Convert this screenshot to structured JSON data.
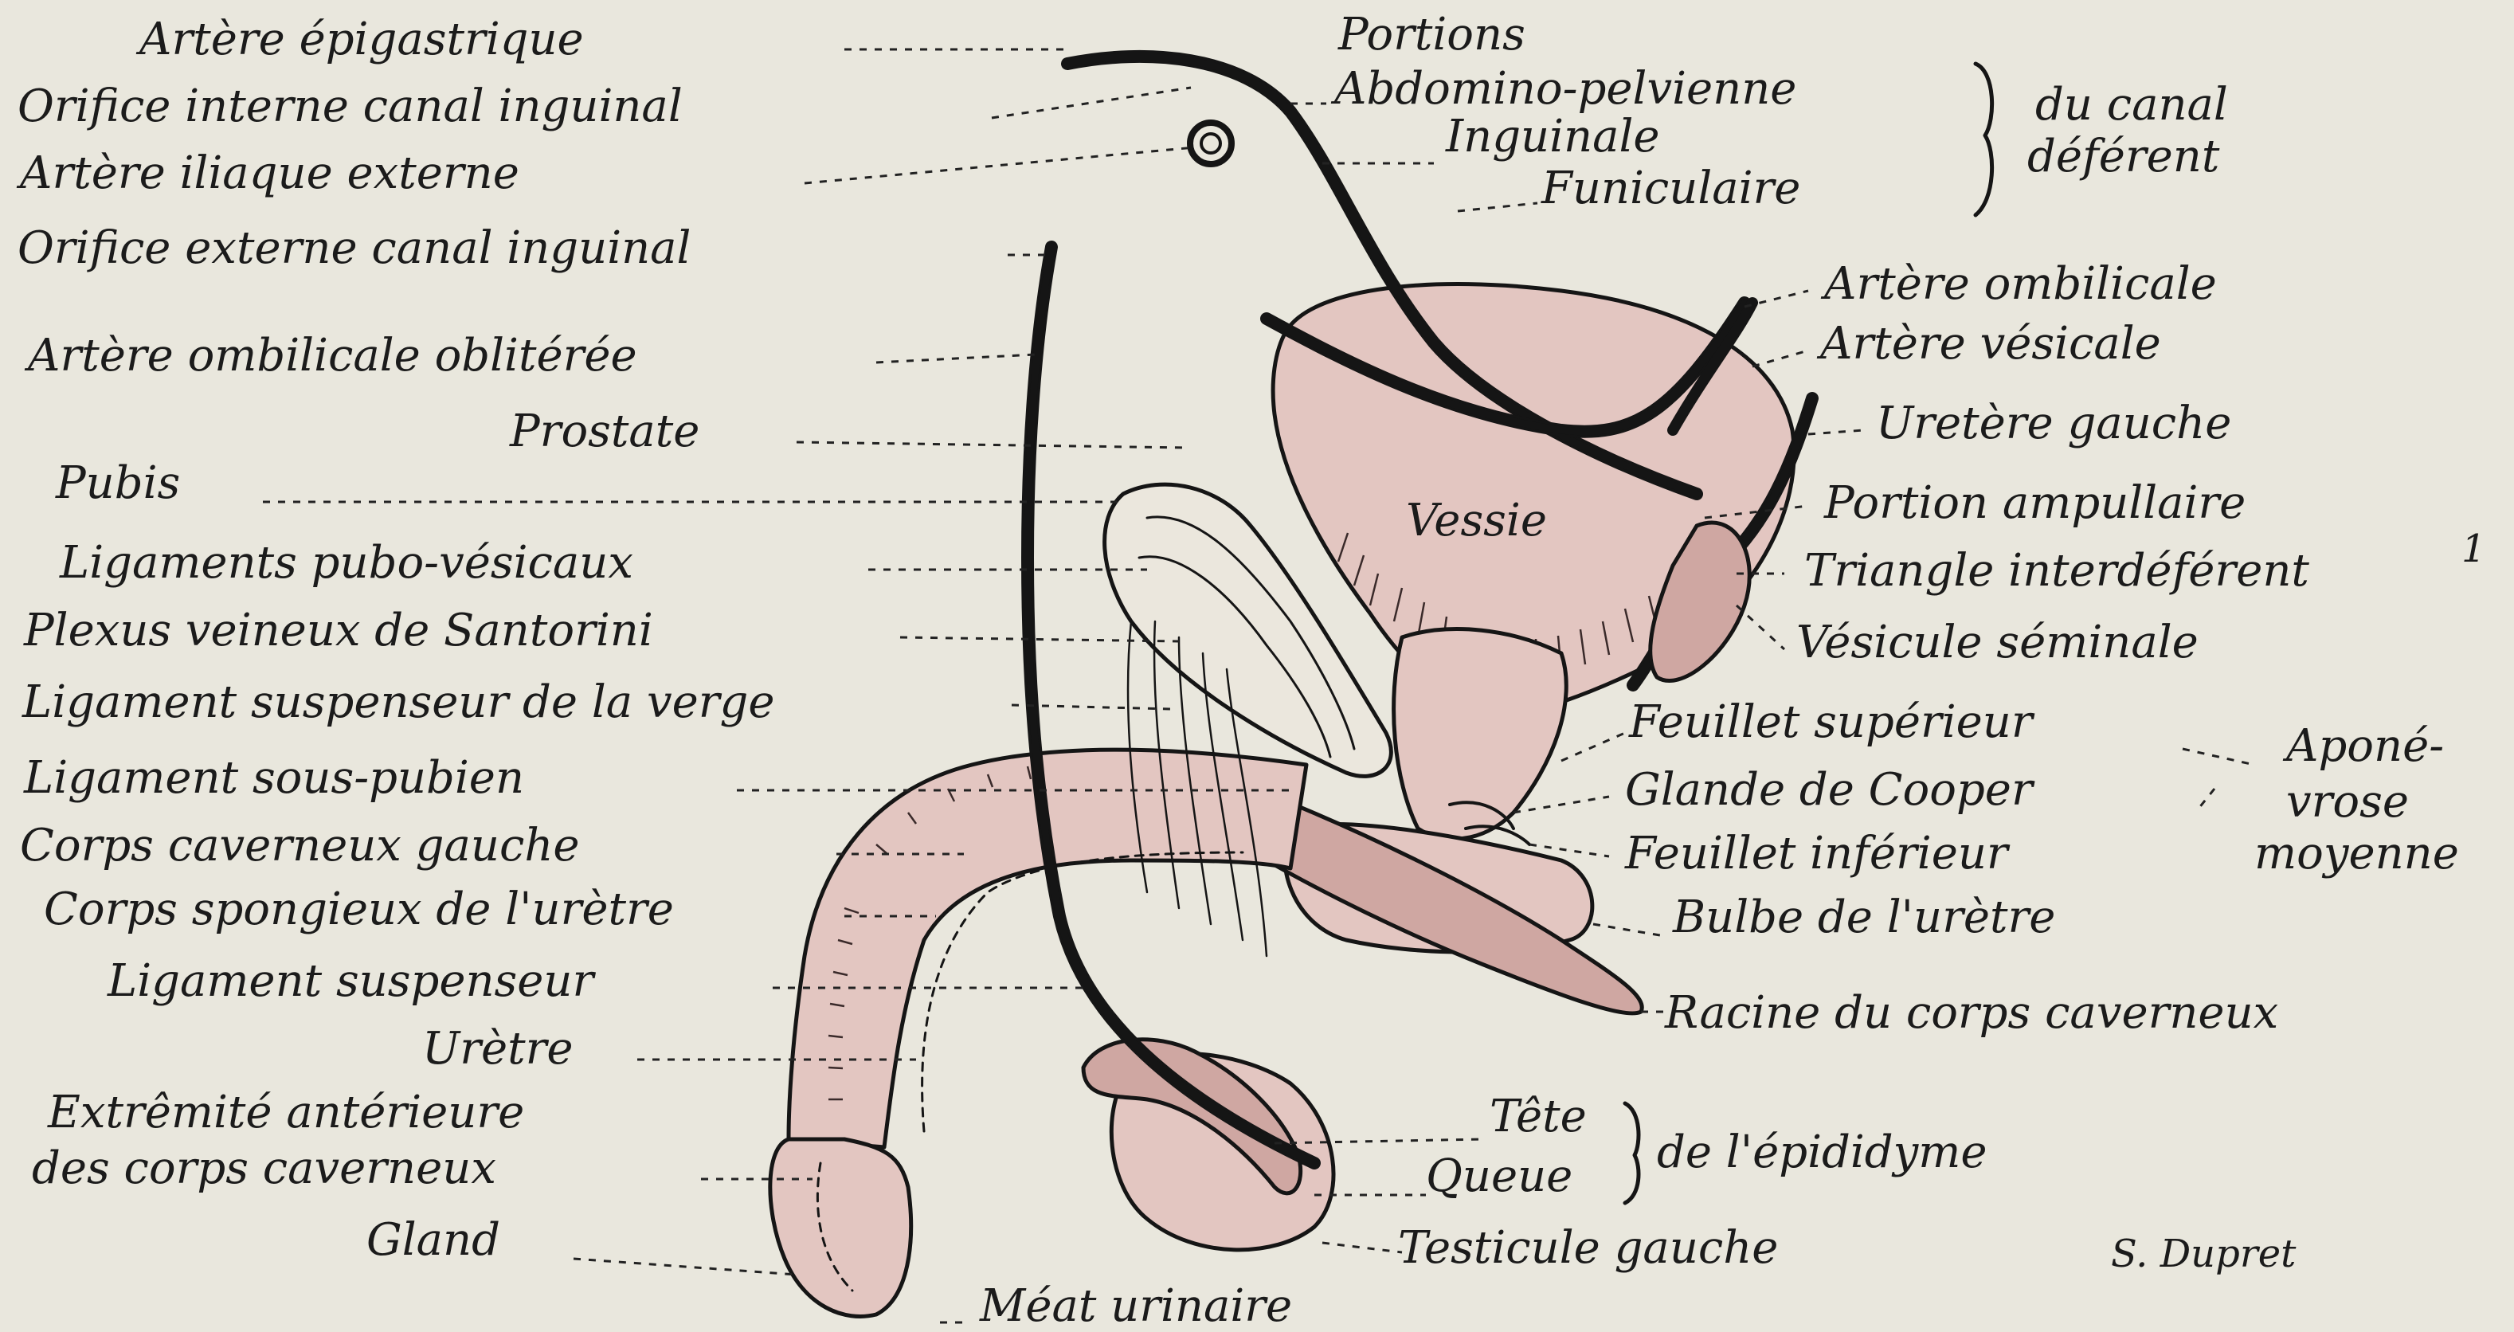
{
  "colors": {
    "background": "#e9e7dd",
    "tissue": "#e3c6c1",
    "tissue_dark": "#cfa7a2",
    "ink": "#151515"
  },
  "labels_left": [
    "Artère épigastrique",
    "Orifice interne canal inguinal",
    "Artère iliaque externe",
    "Orifice externe canal inguinal",
    "Artère ombilicale oblitérée",
    "Prostate",
    "Pubis",
    "Ligaments pubo-vésicaux",
    "Plexus veineux de Santorini",
    "Ligament suspenseur de la verge",
    "Ligament sous-pubien",
    "Corps caverneux gauche",
    "Corps spongieux de l'urètre",
    "Ligament suspenseur",
    "Urètre",
    "Extrêmité antérieure",
    "des corps caverneux",
    "Gland"
  ],
  "labels_top": {
    "portions": "Portions",
    "abdomino": "Abdomino-pelvienne",
    "inguinale": "Inguinale",
    "funiculaire": "Funiculaire",
    "du_canal": "du canal",
    "deferent": "déférent"
  },
  "labels_right": [
    "Artère ombilicale",
    "Artère vésicale",
    "Uretère gauche",
    "Portion ampullaire",
    "Triangle interdéférent",
    "Vésicule séminale",
    "Feuillet supérieur",
    "Glande de Cooper",
    "Feuillet inférieur",
    "Bulbe de l'urètre",
    "Racine du corps caverneux"
  ],
  "triangle_footnote": "1",
  "aponevrose": [
    "Aponé-",
    "vrose",
    "moyenne"
  ],
  "epididyme": {
    "tete": "Tête",
    "queue": "Queue",
    "de": "de l'épididyme"
  },
  "bottom": {
    "testicule": "Testicule gauche",
    "meat": "Méat urinaire"
  },
  "organ_label": "Vessie",
  "signature": "S. Dupret"
}
